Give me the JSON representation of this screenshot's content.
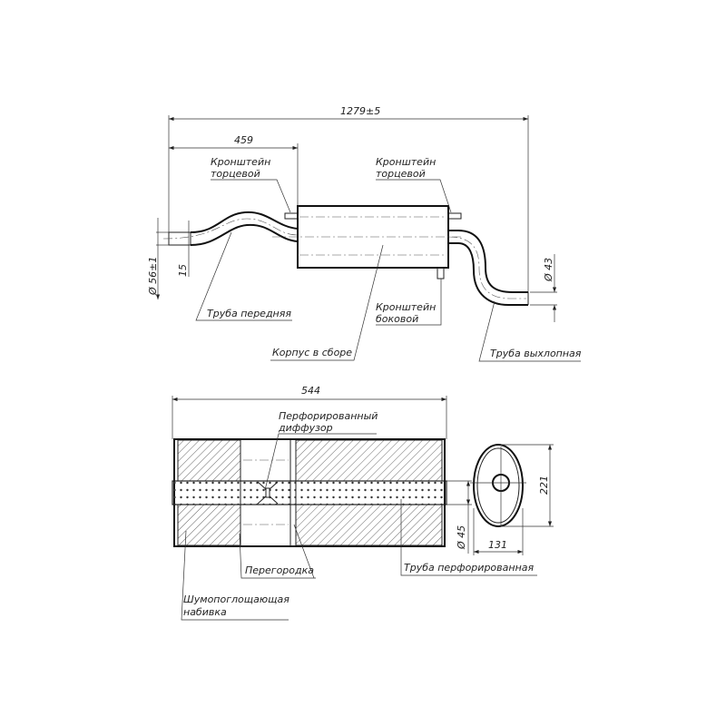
{
  "top_view": {
    "dim_overall": "1279±5",
    "dim_bracket_offset": "459",
    "dim_inlet_diameter": "Ø 56±1",
    "dim_inlet_length": "15",
    "dim_outlet_diameter": "Ø 43",
    "label_bracket_end_left": [
      "Кронштейн",
      "торцевой"
    ],
    "label_bracket_end_right": [
      "Кронштейн",
      "торцевой"
    ],
    "label_bracket_side": [
      "Кронштейн",
      "боковой"
    ],
    "label_front_pipe": "Труба передняя",
    "label_body": "Корпус в сборе",
    "label_exhaust_pipe": "Труба выхлопная"
  },
  "section_view": {
    "dim_length": "544",
    "dim_pipe_diameter": "Ø 45",
    "dim_height": "221",
    "dim_width": "131",
    "label_diffuser": [
      "Перфорированный",
      "диффузор"
    ],
    "label_baffle": "Перегородка",
    "label_perforated_pipe": "Труба перфорированная",
    "label_packing": [
      "Шумопоглощающая",
      "набивка"
    ]
  }
}
